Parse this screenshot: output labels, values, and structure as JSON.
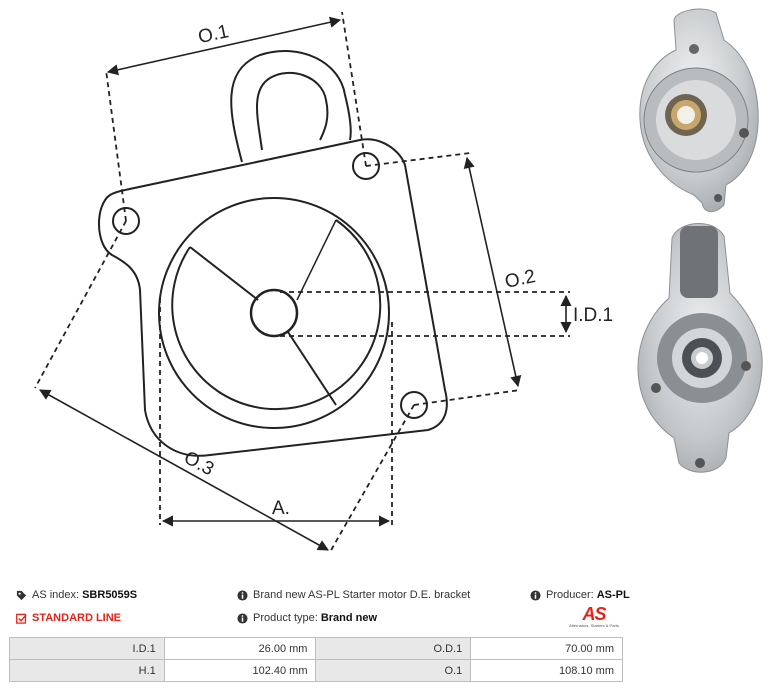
{
  "drawing": {
    "labels": {
      "o1": "O.1",
      "o2": "O.2",
      "o3": "O.3",
      "id1": "I.D.1",
      "a": "A."
    }
  },
  "info": {
    "as_index_label": "AS index:",
    "as_index_value": "SBR5059S",
    "standard_line": "STANDARD LINE",
    "description": "Brand new AS-PL Starter motor D.E. bracket",
    "product_type_label": "Product type:",
    "product_type_value": "Brand new",
    "producer_label": "Producer:",
    "producer_value": "AS-PL",
    "logo_text": "AS",
    "logo_tagline": "Alternators, Starters & Parts"
  },
  "specs": [
    {
      "label": "I.D.1",
      "value": "26.00 mm",
      "label2": "O.D.1",
      "value2": "70.00 mm"
    },
    {
      "label": "H.1",
      "value": "102.40 mm",
      "label2": "O.1",
      "value2": "108.10 mm"
    }
  ],
  "colors": {
    "accent_red": "#e2231a",
    "table_label_bg": "#e8e8e8",
    "table_border": "#bdbdbd"
  }
}
